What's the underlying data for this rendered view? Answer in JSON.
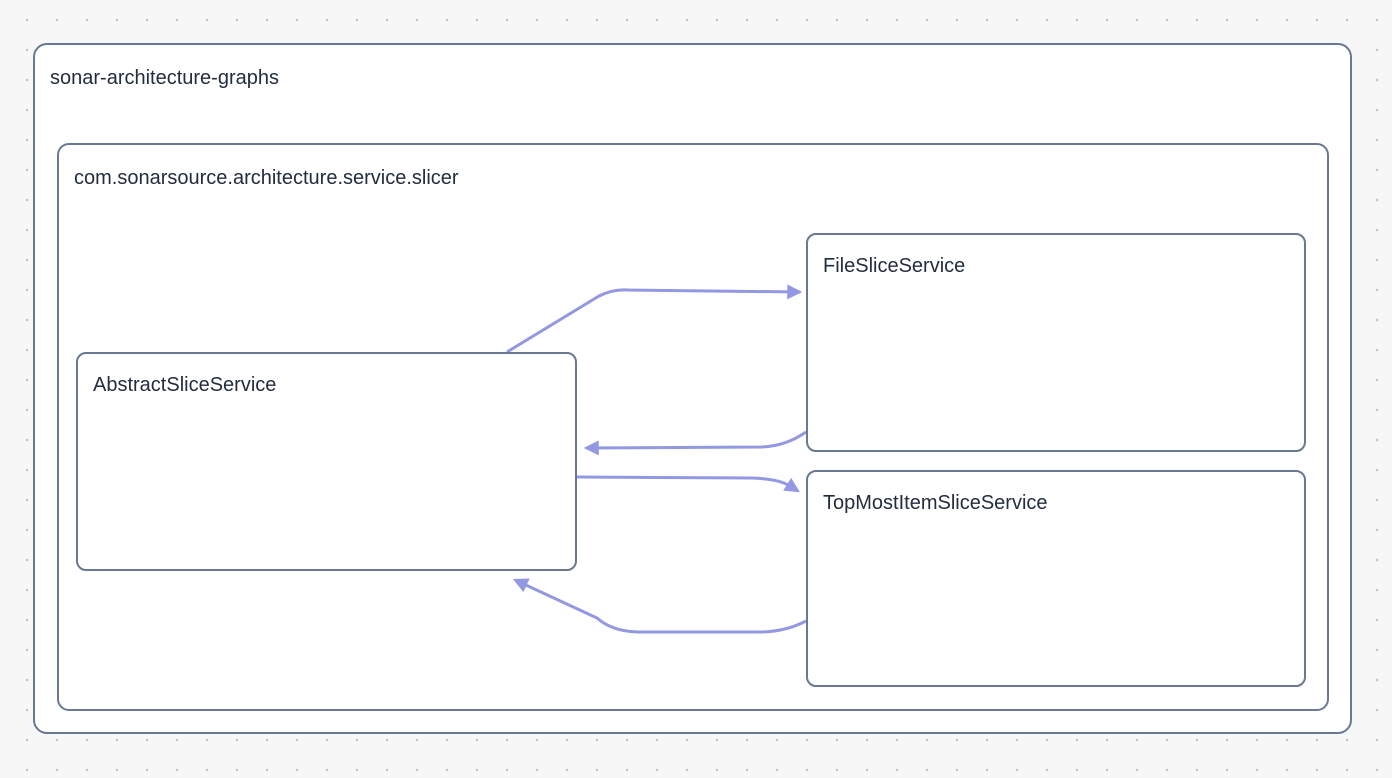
{
  "colors": {
    "background": "#f7f7f8",
    "dot": "#c3c6d4",
    "container_border": "#6b7893",
    "node_border": "#6b7893",
    "edge": "#9298e2",
    "text": "#232d40",
    "node_fill": "#ffffff"
  },
  "graph": {
    "root": {
      "label": "sonar-architecture-graphs"
    },
    "package": {
      "label": "com.sonarsource.architecture.service.slicer"
    },
    "nodes": [
      {
        "id": "abstract-slice-service",
        "label": "AbstractSliceService"
      },
      {
        "id": "file-slice-service",
        "label": "FileSliceService"
      },
      {
        "id": "top-most-item-slice-service",
        "label": "TopMostItemSliceService"
      }
    ],
    "edges": [
      {
        "from": "AbstractSliceService",
        "to": "FileSliceService"
      },
      {
        "from": "FileSliceService",
        "to": "AbstractSliceService"
      },
      {
        "from": "AbstractSliceService",
        "to": "TopMostItemSliceService"
      },
      {
        "from": "TopMostItemSliceService",
        "to": "AbstractSliceService"
      }
    ]
  }
}
